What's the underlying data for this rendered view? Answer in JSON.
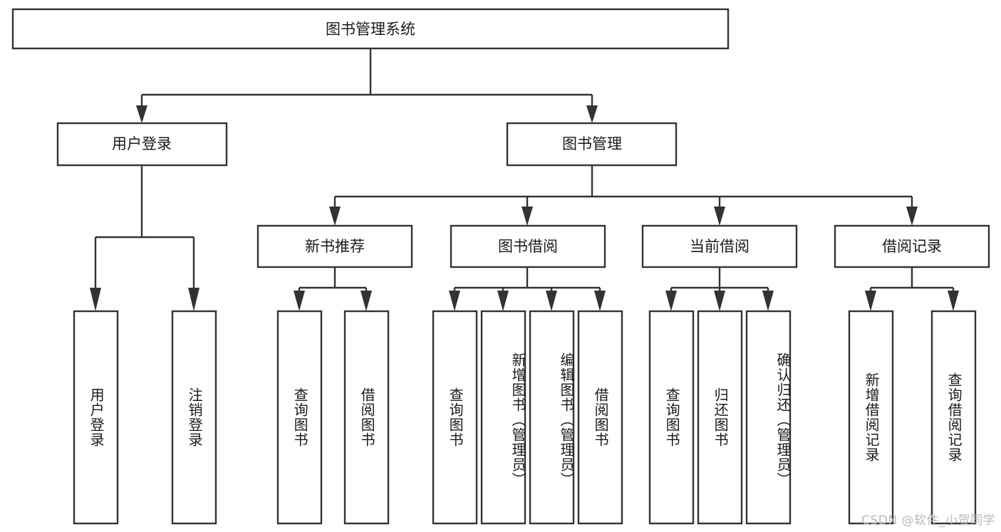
{
  "diagram": {
    "type": "tree-hierarchy-diagram",
    "title": "图书管理系统",
    "root": {
      "id": "root",
      "label": "图书管理系统"
    },
    "level2": [
      {
        "id": "user-login",
        "label": "用户登录"
      },
      {
        "id": "book-management",
        "label": "图书管理"
      }
    ],
    "level3": [
      {
        "id": "new-book-recommend",
        "label": "新书推荐",
        "parent": "book-management"
      },
      {
        "id": "book-borrow",
        "label": "图书借阅",
        "parent": "book-management"
      },
      {
        "id": "current-borrow",
        "label": "当前借阅",
        "parent": "book-management"
      },
      {
        "id": "borrow-record",
        "label": "借阅记录",
        "parent": "book-management"
      }
    ],
    "leaves": [
      {
        "id": "leaf-user-login",
        "label": "用户登录",
        "parent": "user-login"
      },
      {
        "id": "leaf-logout-login",
        "label": "注销登录",
        "parent": "user-login"
      },
      {
        "id": "leaf-query-book-1",
        "label": "查询图书",
        "parent": "new-book-recommend"
      },
      {
        "id": "leaf-borrow-book-1",
        "label": "借阅图书",
        "parent": "new-book-recommend"
      },
      {
        "id": "leaf-query-book-2",
        "label": "查询图书",
        "parent": "book-borrow"
      },
      {
        "id": "leaf-add-book",
        "label": "新增图书（管理员）",
        "parent": "book-borrow"
      },
      {
        "id": "leaf-edit-book",
        "label": "编辑图书（管理员）",
        "parent": "book-borrow"
      },
      {
        "id": "leaf-borrow-book-2",
        "label": "借阅图书",
        "parent": "book-borrow"
      },
      {
        "id": "leaf-query-book-3",
        "label": "查询图书",
        "parent": "current-borrow"
      },
      {
        "id": "leaf-return-book",
        "label": "归还图书",
        "parent": "current-borrow"
      },
      {
        "id": "leaf-confirm-return",
        "label": "确认归还（管理员）",
        "parent": "current-borrow"
      },
      {
        "id": "leaf-add-record",
        "label": "新增借阅记录",
        "parent": "borrow-record"
      },
      {
        "id": "leaf-query-record",
        "label": "查询借阅记录",
        "parent": "borrow-record"
      }
    ],
    "watermark": "CSDN @软件_小贺同学",
    "colors": {
      "stroke": "#333333",
      "fill": "#ffffff",
      "text": "#1a1a1a",
      "background": "#ffffff",
      "watermark": "#b9b9b9"
    }
  }
}
